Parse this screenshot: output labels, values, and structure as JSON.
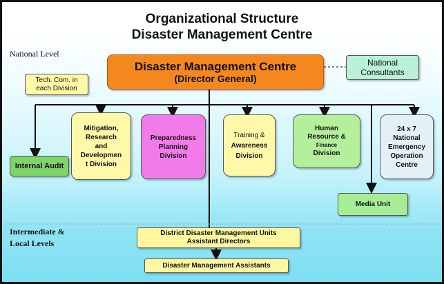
{
  "title": {
    "line1": "Organizational Structure",
    "line2": "Disaster Management Centre"
  },
  "levels": {
    "national": "National  Level",
    "intermediate_line1": "Intermediate &",
    "intermediate_line2": "Local Levels"
  },
  "nodes": {
    "dmc": {
      "line1": "Disaster Management Centre",
      "line2": "(Director General)"
    },
    "consultants": {
      "line1": "National",
      "line2": "Consultants"
    },
    "tech_com": {
      "line1": "Tech. Com. in",
      "line2": "each Division"
    },
    "internal_audit": {
      "label": "Internal Audit"
    },
    "mitigation": {
      "l1": "Mitigation,",
      "l2": "Research",
      "l3": "and",
      "l4": "Developmen",
      "l5": "t Division"
    },
    "preparedness": {
      "l1": "Preparedness",
      "l2": "Planning",
      "l3": "Division"
    },
    "training": {
      "l1": "Training &",
      "l2": "Awareness",
      "l3": "Division"
    },
    "human_resource": {
      "l1": "Human",
      "l2": "Resource &",
      "l3": "Finance",
      "l4": "Division"
    },
    "emergency": {
      "l1": "24 x 7",
      "l2": "National",
      "l3": "Emergency",
      "l4": "Operation",
      "l5": "Centre"
    },
    "media_unit": {
      "label": "Media Unit"
    },
    "district": {
      "line1": "District Disaster Management Units",
      "line2": "Assistant Directors"
    },
    "assistants": {
      "label": "Disaster Management Assistants"
    }
  },
  "colors": {
    "dmc_fill": "#f5871f",
    "consultants_fill": "#b8f0d8",
    "yellow_fill": "#fff8a8",
    "green_fill": "#7fd46a",
    "pink_fill": "#f27bea",
    "light_green_fill": "#b4f09c",
    "emergency_fill": "#e4f0f8",
    "media_fill": "#a6ed96",
    "district_fill": "#fff7a0"
  }
}
